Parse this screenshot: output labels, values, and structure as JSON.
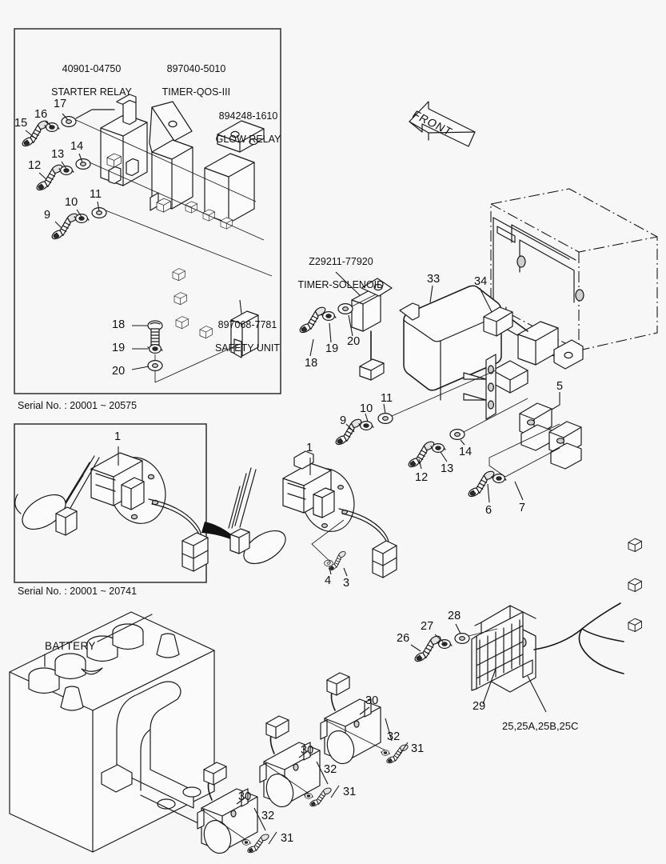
{
  "diagram": {
    "title": "Electrical Parts Exploded Assembly Diagram",
    "background_color": "#f7f7f7",
    "line_color": "#1a1a1a",
    "orientation_marker": "FRONT"
  },
  "panels": [
    {
      "id": "panel-upper",
      "serial_note": "Serial No. : 20001 ~ 20575",
      "part_labels": [
        {
          "number": "40901-04750",
          "name": "STARTER RELAY"
        },
        {
          "number": "897040-5010",
          "name": "TIMER-QOS-III"
        },
        {
          "number": "894248-1610",
          "name": "GLOW RELAY"
        },
        {
          "number": "897068-7781",
          "name": "SAFETY UNIT"
        }
      ],
      "callouts": [
        "15",
        "16",
        "17",
        "12",
        "13",
        "14",
        "9",
        "10",
        "11",
        "18",
        "19",
        "20"
      ]
    },
    {
      "id": "panel-fuel-sender",
      "serial_note": "Serial No. : 20001 ~ 20741",
      "callouts": [
        "1"
      ]
    }
  ],
  "groups": {
    "timer_solenoid": {
      "number": "Z29211-77920",
      "name": "TIMER-SOLENOID",
      "callouts": [
        "18",
        "19",
        "20"
      ]
    },
    "control_unit": {
      "callouts": [
        "33",
        "34"
      ]
    },
    "mount_hardware": {
      "callouts": [
        "9",
        "10",
        "11",
        "12",
        "13",
        "14",
        "5",
        "6",
        "7"
      ]
    },
    "fuel_sender_alt": {
      "callouts": [
        "1",
        "3",
        "4"
      ]
    },
    "fuse_box": {
      "callouts": [
        "26",
        "27",
        "28",
        "29"
      ],
      "fuse_group_label": "25,25A,25B,25C"
    },
    "battery": {
      "label": "BATTERY"
    },
    "switches": {
      "callouts": [
        "30",
        "31",
        "32"
      ]
    }
  },
  "callout_labels": {
    "c1a": "1",
    "c1b": "1",
    "c3": "3",
    "c4": "4",
    "c5": "5",
    "c6": "6",
    "c7": "7",
    "c9a": "9",
    "c9b": "9",
    "c10a": "10",
    "c10b": "10",
    "c11a": "11",
    "c11b": "11",
    "c12a": "12",
    "c12b": "12",
    "c13a": "13",
    "c13b": "13",
    "c14a": "14",
    "c14b": "14",
    "c15": "15",
    "c16": "16",
    "c17": "17",
    "c18a": "18",
    "c19a": "19",
    "c20a": "20",
    "c18b": "18",
    "c19b": "19",
    "c20b": "20",
    "c26": "26",
    "c27": "27",
    "c28": "28",
    "c29": "29",
    "c30a": "30",
    "c30b": "30",
    "c30c": "30",
    "c31a": "31",
    "c31b": "31",
    "c31c": "31",
    "c32a": "32",
    "c32b": "32",
    "c32c": "32",
    "c33": "33",
    "c34": "34"
  },
  "text": {
    "starter_relay_no": "40901-04750",
    "starter_relay_name": "STARTER RELAY",
    "timer_qos_no": "897040-5010",
    "timer_qos_name": "TIMER-QOS-III",
    "glow_relay_no": "894248-1610",
    "glow_relay_name": "GLOW RELAY",
    "safety_unit_no": "897068-7781",
    "safety_unit_name": "SAFETY UNIT",
    "timer_solenoid_no": "Z29211-77920",
    "timer_solenoid_name": "TIMER-SOLENOID",
    "serial_1": "Serial No. : 20001 ~ 20575",
    "serial_2": "Serial No. : 20001 ~ 20741",
    "battery": "BATTERY",
    "fuse_group": "25,25A,25B,25C",
    "front": "FRONT"
  }
}
